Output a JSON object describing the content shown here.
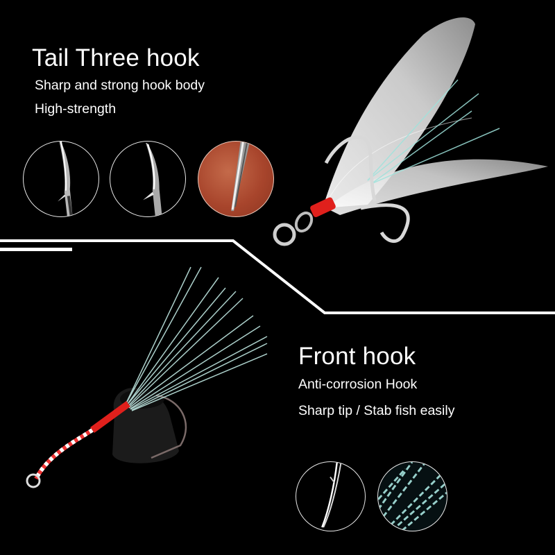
{
  "tail_section": {
    "title": "Tail Three hook",
    "features": [
      "Sharp and strong hook body",
      "High-strength"
    ],
    "detail_images": [
      "hook-barb-closeup",
      "hook-point-closeup",
      "hook-piercing-skin-closeup"
    ],
    "product_image": "treble-hook-white-feather"
  },
  "front_section": {
    "title": "Front hook",
    "features": [
      "Anti-corrosion Hook",
      "Sharp tip / Stab fish easily"
    ],
    "detail_images": [
      "hook-tip-closeup",
      "holographic-flash-closeup"
    ],
    "product_image": "assist-hook-flash-skirt"
  },
  "colors": {
    "background": "#000000",
    "text": "#ffffff",
    "divider": "#ffffff",
    "thread_red": "#e0201c",
    "skin_tone": "#b24f33",
    "flash_cyan": "#9fe3dc"
  }
}
